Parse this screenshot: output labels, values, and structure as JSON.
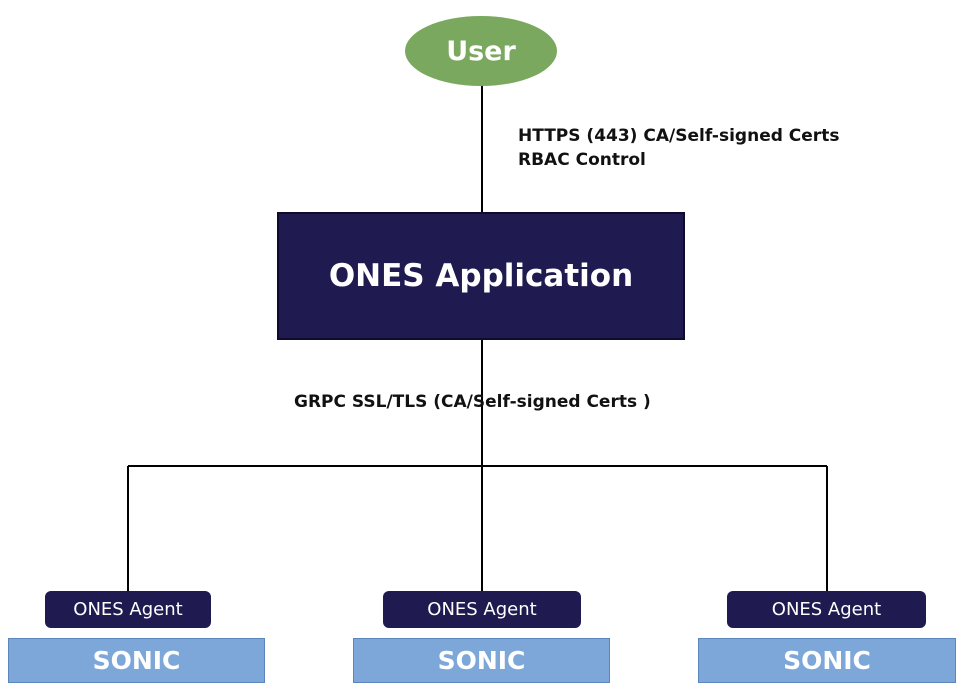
{
  "diagram": {
    "user": {
      "label": "User"
    },
    "user_link": {
      "line1": "HTTPS (443) CA/Self-signed Certs",
      "line2": "RBAC Control"
    },
    "application": {
      "label": "ONES Application"
    },
    "agent_link": {
      "label": "GRPC SSL/TLS (CA/Self-signed Certs )"
    },
    "nodes": [
      {
        "agent": "ONES Agent",
        "sonic": "SONIC"
      },
      {
        "agent": "ONES Agent",
        "sonic": "SONIC"
      },
      {
        "agent": "ONES Agent",
        "sonic": "SONIC"
      }
    ],
    "colors": {
      "user_fill": "#79a85e",
      "app_fill": "#1f1a4f",
      "agent_fill": "#1f1a4f",
      "sonic_fill": "#7da7d9",
      "connector": "#000000"
    }
  }
}
